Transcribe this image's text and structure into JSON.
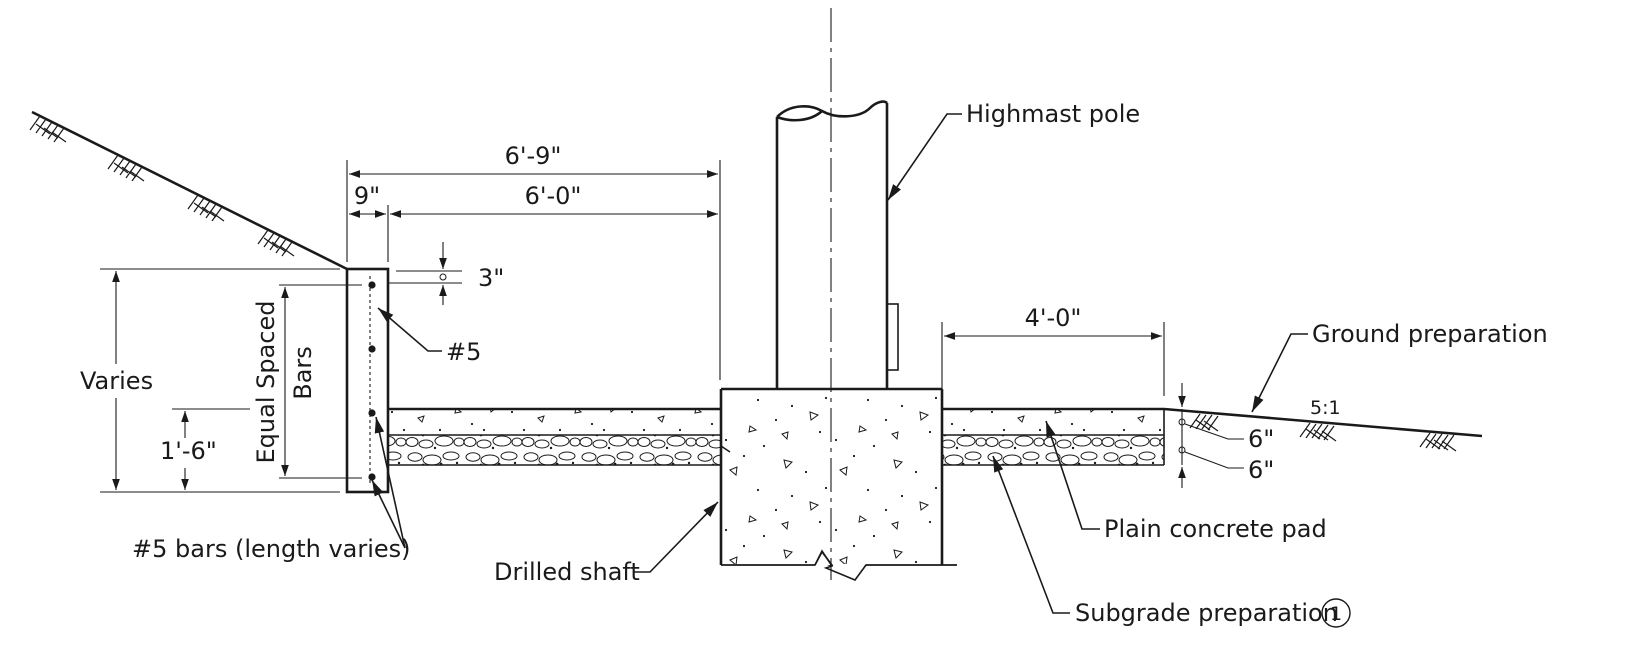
{
  "labels": {
    "highmast_pole": "Highmast pole",
    "ground_preparation": "Ground preparation",
    "slope_ratio": "5:1",
    "bar_callout": "#5",
    "bars_length": "#5 bars (length varies)",
    "drilled_shaft": "Drilled shaft",
    "plain_concrete_pad": "Plain concrete pad",
    "subgrade_preparation": "Subgrade preparation",
    "note_ref": "1",
    "varies": "Varies",
    "equal_spaced": "Equal Spaced",
    "bars_word": "Bars"
  },
  "dimensions": {
    "overall_width": "6'-9\"",
    "wall_thickness": "9\"",
    "wall_to_shaft": "6'-0\"",
    "cover": "3\"",
    "bottom_height": "1'-6\"",
    "pad_width": "4'-0\"",
    "pad_thickness": "6\"",
    "subgrade_thickness": "6\""
  }
}
